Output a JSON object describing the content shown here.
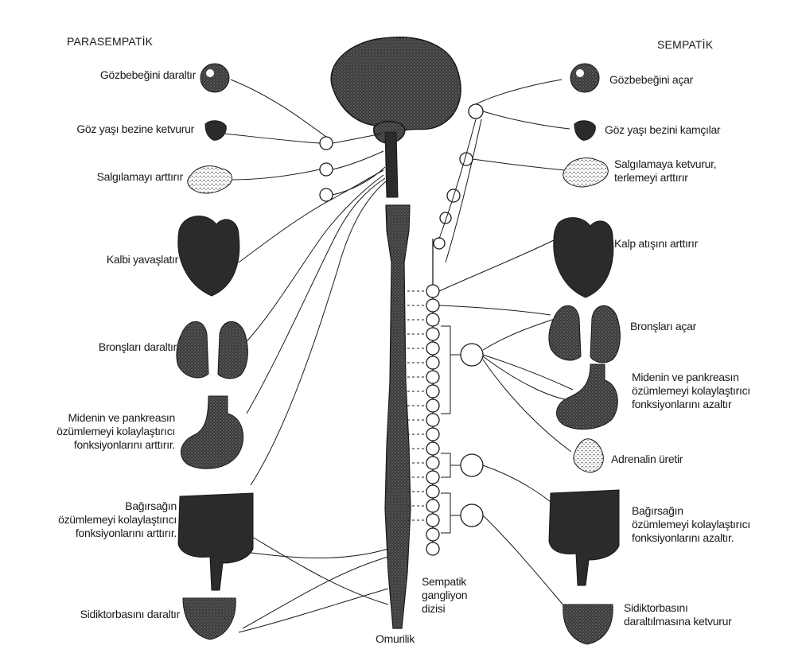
{
  "headers": {
    "left": "PARASEMPATİK",
    "right": "SEMPATİK"
  },
  "parasympathetic": {
    "pupil": "Gözbebeğini daraltır",
    "lacrimal": "Göz yaşı bezine ketvurur",
    "salivary": "Salgılamayı arttırır",
    "heart": "Kalbi yavaşlatır",
    "lungs": "Bronşları daraltır",
    "stomach": [
      "Midenin ve pankreasın",
      "özümlemeyi kolaylaştırıcı",
      "fonksiyonlarını arttırır."
    ],
    "intestine": [
      "Bağırsağın",
      "özümlemeyi kolaylaştırıcı",
      "fonksiyonlarını arttırır."
    ],
    "bladder": "Sidiktorbasını daraltır"
  },
  "sympathetic": {
    "pupil": "Gözbebeğini açar",
    "lacrimal": "Göz yaşı bezini kamçılar",
    "salivary": [
      "Salgılamaya ketvurur,",
      "terlemeyi arttırır"
    ],
    "heart": "Kalp atışını arttırır",
    "lungs": "Bronşları açar",
    "stomach": [
      "Midenin ve pankreasın",
      "özümlemeyi kolaylaştırıcı",
      "fonksiyonlarını azaltır"
    ],
    "adrenal": "Adrenalin üretir",
    "intestine": [
      "Bağırsağın",
      "özümlemeyi kolaylaştırıcı",
      "fonksiyonlarını azaltır."
    ],
    "bladder": [
      "Sidiktorbasını",
      "daraltılmasına ketvurur"
    ]
  },
  "center": {
    "spinal_cord": "Omurilik",
    "ganglion_chain": [
      "Sempatik",
      "gangliyon",
      "dizisi"
    ]
  },
  "colors": {
    "ink": "#1a1a1a",
    "organ": "#2b2b2b",
    "paper": "#ffffff"
  }
}
